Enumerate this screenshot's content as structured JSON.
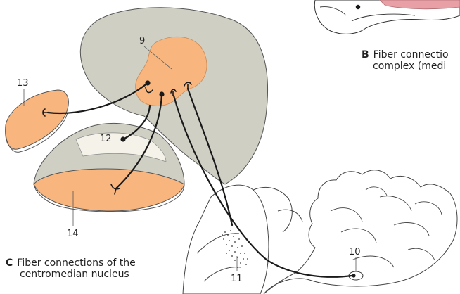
{
  "labels": {
    "n9": "9",
    "n10": "10",
    "n11": "11",
    "n12": "12",
    "n13": "13",
    "n14": "14"
  },
  "caption_b": {
    "letter": "B",
    "line1": "Fiber connectio",
    "line2": "complex (medi"
  },
  "caption_c": {
    "letter": "C",
    "line1": "Fiber connections of the",
    "line2": "centromedian nucleus"
  },
  "colors": {
    "thalamus_gray": "#cfcfc4",
    "nucleus_orange": "#f8b57e",
    "fiber": "#1a1a1a",
    "pink_band": "#e8a0a6",
    "outline": "#333333"
  }
}
